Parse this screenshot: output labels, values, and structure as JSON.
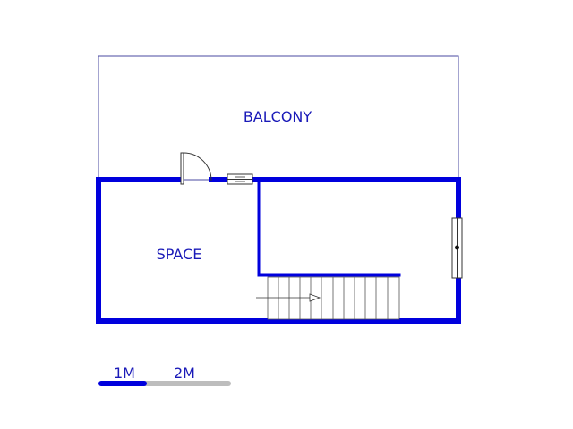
{
  "rooms": {
    "balcony": "BALCONY",
    "space": "SPACE"
  },
  "scale_bar": {
    "label_1": "1M",
    "label_2": "2M"
  },
  "colors": {
    "wall": "#0000dd",
    "label": "#1a1ab8",
    "outline": "#4a4aa0",
    "scale_grey": "#bdbdbd"
  },
  "icons": {
    "door": "door-swing-icon",
    "window": "window-icon",
    "stairs": "staircase-icon"
  }
}
